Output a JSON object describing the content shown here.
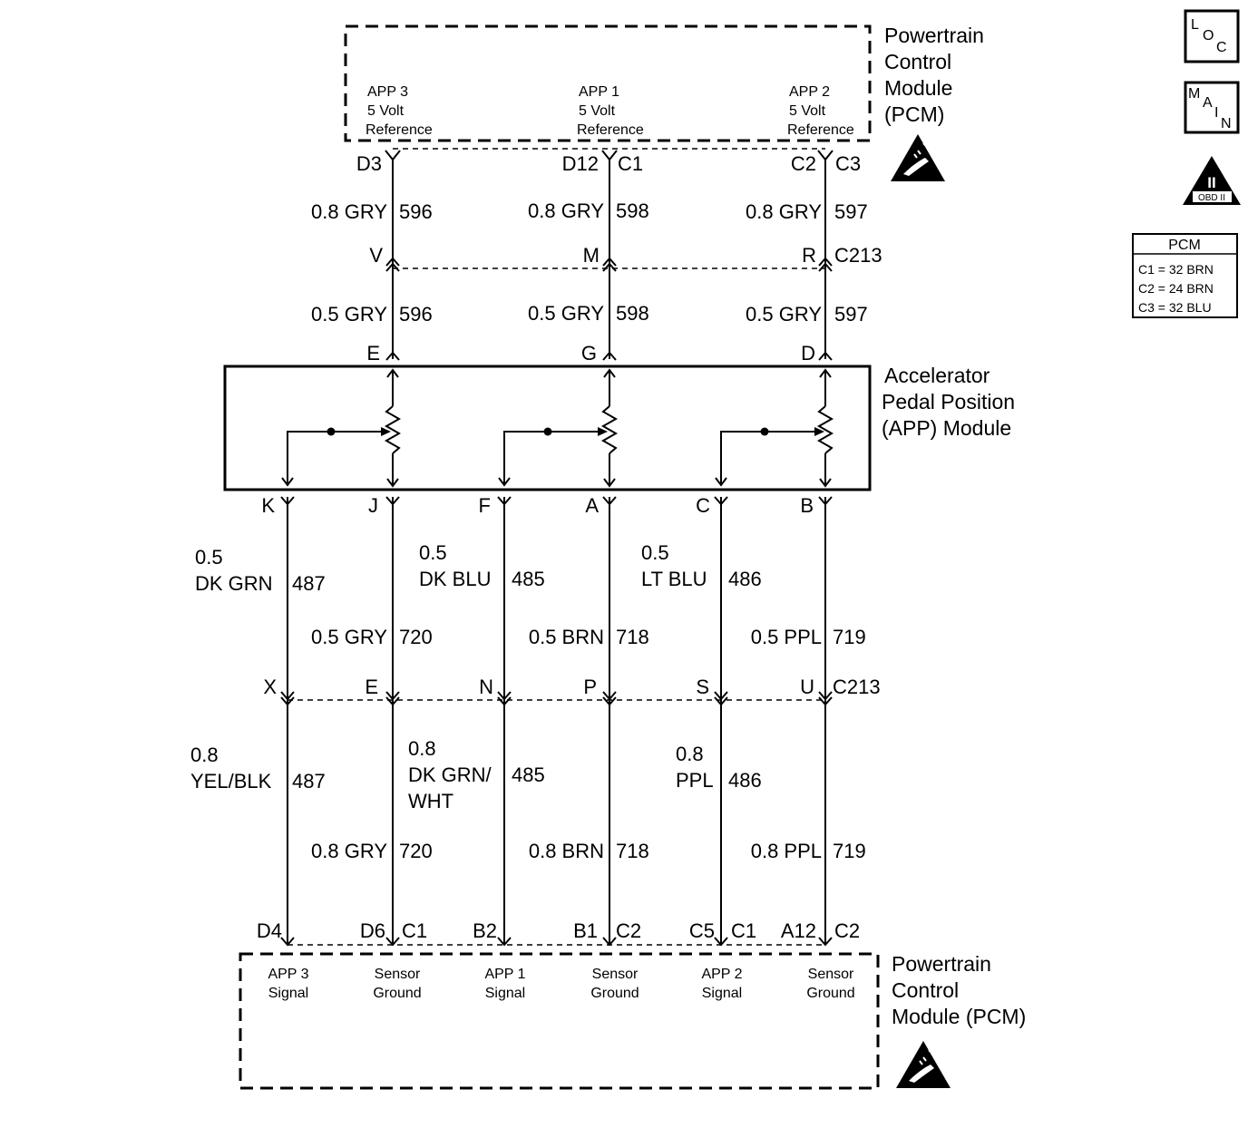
{
  "pcm_top": {
    "title_lines": [
      "Powertrain",
      "Control",
      "Module",
      "(PCM)"
    ],
    "pins": [
      {
        "name_lines": [
          "APP 3",
          "5 Volt",
          "Reference"
        ],
        "pin": "D3",
        "conn": ""
      },
      {
        "name_lines": [
          "APP 1",
          "5 Volt",
          "Reference"
        ],
        "pin": "D12",
        "conn": "C1"
      },
      {
        "name_lines": [
          "APP 2",
          "5 Volt",
          "Reference"
        ],
        "pin": "C2",
        "conn": "C3"
      }
    ]
  },
  "upper_wires": [
    {
      "upper": [
        "0.8 GRY",
        "596"
      ],
      "lower": [
        "0.5 GRY",
        "596"
      ],
      "c213_pin": "V",
      "app_pin": "E"
    },
    {
      "upper": [
        "0.8 GRY",
        "598"
      ],
      "lower": [
        "0.5 GRY",
        "598"
      ],
      "c213_pin": "M",
      "app_pin": "G"
    },
    {
      "upper": [
        "0.8 GRY",
        "597"
      ],
      "lower": [
        "0.5 GRY",
        "597"
      ],
      "c213_pin": "R",
      "app_pin": "D"
    }
  ],
  "c213_label": "C213",
  "app_module": {
    "title_lines": [
      "Accelerator",
      "Pedal Position",
      "(APP) Module"
    ]
  },
  "lower_wires": [
    {
      "app_pin": "K",
      "mid_lines": [
        "0.5",
        "DK GRN"
      ],
      "mid_circuit": "487",
      "c213_pin": "X",
      "bot_lines": [
        "0.8",
        "YEL/BLK"
      ],
      "bot_circuit": "487",
      "pcm_pin": "D4",
      "conn": ""
    },
    {
      "app_pin": "J",
      "mid_lines": [
        "0.5 GRY"
      ],
      "mid_circuit": "720",
      "c213_pin": "E",
      "bot_lines": [
        "0.8 GRY"
      ],
      "bot_circuit": "720",
      "pcm_pin": "D6",
      "conn": "C1"
    },
    {
      "app_pin": "F",
      "mid_lines": [
        "0.5",
        "DK BLU"
      ],
      "mid_circuit": "485",
      "c213_pin": "N",
      "bot_lines": [
        "0.8",
        "DK GRN/",
        "WHT"
      ],
      "bot_circuit": "485",
      "pcm_pin": "B2",
      "conn": ""
    },
    {
      "app_pin": "A",
      "mid_lines": [
        "0.5 BRN"
      ],
      "mid_circuit": "718",
      "c213_pin": "P",
      "bot_lines": [
        "0.8 BRN"
      ],
      "bot_circuit": "718",
      "pcm_pin": "B1",
      "conn": "C2"
    },
    {
      "app_pin": "C",
      "mid_lines": [
        "0.5",
        "LT BLU"
      ],
      "mid_circuit": "486",
      "c213_pin": "S",
      "bot_lines": [
        "0.8",
        "PPL"
      ],
      "bot_circuit": "486",
      "pcm_pin": "C5",
      "conn": "C1"
    },
    {
      "app_pin": "B",
      "mid_lines": [
        "0.5 PPL"
      ],
      "mid_circuit": "719",
      "c213_pin": "U",
      "bot_lines": [
        "0.8 PPL"
      ],
      "bot_circuit": "719",
      "pcm_pin": "A12",
      "conn": "C2"
    }
  ],
  "pcm_bottom": {
    "title_lines": [
      "Powertrain",
      "Control",
      "Module (PCM)"
    ],
    "pins": [
      {
        "name_lines": [
          "APP 3",
          "Signal"
        ]
      },
      {
        "name_lines": [
          "Sensor",
          "Ground"
        ]
      },
      {
        "name_lines": [
          "APP 1",
          "Signal"
        ]
      },
      {
        "name_lines": [
          "Sensor",
          "Ground"
        ]
      },
      {
        "name_lines": [
          "APP 2",
          "Signal"
        ]
      },
      {
        "name_lines": [
          "Sensor",
          "Ground"
        ]
      }
    ]
  },
  "side_icons": {
    "loc": [
      "L",
      "O",
      "C"
    ],
    "main": [
      "M",
      "A",
      "I",
      "N"
    ],
    "obd_numeral": "II",
    "obd_text": "OBD II"
  },
  "pcm_legend": {
    "title": "PCM",
    "rows": [
      "C1 = 32 BRN",
      "C2 = 24 BRN",
      "C3 = 32 BLU"
    ]
  }
}
